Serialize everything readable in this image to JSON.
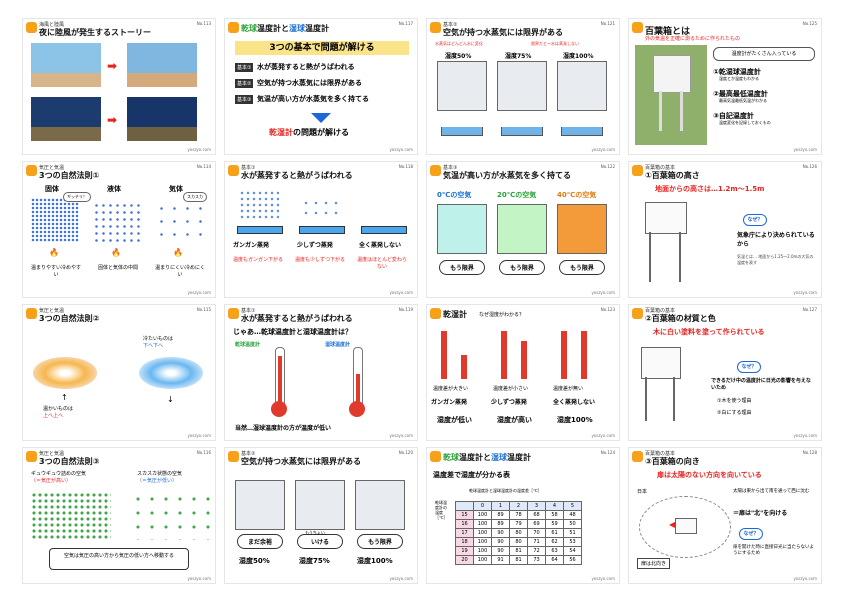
{
  "cards": [
    {
      "no": "No.113",
      "sub": "海風と陸風",
      "title": "夜に陸風が発生するストーリー",
      "url": "yoszyo.com"
    },
    {
      "no": "No.117",
      "title_a": "乾球",
      "title_b": "温度計と",
      "title_c": "湿球",
      "title_d": "温度計",
      "banner": "3つの基本で問題が解ける",
      "items": [
        "水が蒸発すると熱がうばわれる",
        "空気が持つ水蒸気には限界がある",
        "気温が高い方が水蒸気を多く持てる"
      ],
      "tags": [
        "基本①",
        "基本②",
        "基本③"
      ],
      "footer_a": "乾湿計",
      "footer_b": "の問題が解ける",
      "url": "yoszyo.com"
    },
    {
      "no": "No.121",
      "sub": "基本②",
      "title": "空気が持つ水蒸気には限界がある",
      "note_a": "水蒸気はどんどん水に変化",
      "note_b": "限界だとー水は蒸発しない",
      "labels": [
        "湿度50%",
        "湿度75%",
        "湿度100%"
      ],
      "url": "yoszyo.com"
    },
    {
      "no": "No.125",
      "sub": "百葉箱とは",
      "title": "百葉箱とは",
      "subtitle": "外の気温を正確に測るために作られたもの",
      "bubble": "温度計がたくさん入っている",
      "items": [
        "①乾湿球温度計",
        "②最高最低温度計",
        "③自記温度計"
      ],
      "item_notes": [
        "湿度とか温度もわかる",
        "最高気温最低気温がわかる",
        "温度変化を記録しておくもの"
      ],
      "url": "yoszyo.com"
    },
    {
      "no": "No.114",
      "sub": "気圧と気温",
      "title": "3つの自然法則①",
      "heads": [
        "固体",
        "液体",
        "気体"
      ],
      "bubbles": [
        "ギッチリ！",
        "スカスカ"
      ],
      "captions": [
        "温まりやすい冷めやすい",
        "固体と気体の中間",
        "温まりにくい冷めにくい"
      ],
      "url": "yoszyo.com"
    },
    {
      "no": "No.118",
      "sub": "基本①",
      "title": "水が蒸発すると熱がうばわれる",
      "heads": [
        "ガンガン蒸発",
        "少しずつ蒸発",
        "全く蒸発しない"
      ],
      "captions": [
        "温度もガンガン下がる",
        "温度も少しずつ下がる",
        "温度はほとんど変わらない"
      ],
      "url": "yoszyo.com"
    },
    {
      "no": "No.122",
      "sub": "基本③",
      "title": "気温が高い方が水蒸気を多く持てる",
      "heads": [
        "0℃の空気",
        "20℃の空気",
        "40℃の空気"
      ],
      "pill": "もう限界",
      "url": "yoszyo.com"
    },
    {
      "no": "No.126",
      "sub": "百葉箱の基本",
      "title": "①百葉箱の高さ",
      "subtitle": "地面からの高さは…1.2m〜1.5m",
      "bubble_a": "なぜ？",
      "bubble_b": "気象庁により決められているから",
      "bubble_c": "気温とは… 地面から1.25〜2.0mの大気の温度を表す",
      "url": "yoszyo.com"
    },
    {
      "no": "No.115",
      "sub": "気圧と気温",
      "title": "3つの自然法則②",
      "cold": "冷たいものは",
      "cold2": "下へ下へ",
      "warm": "温かいものは",
      "warm2": "上へ上へ",
      "url": "yoszyo.com"
    },
    {
      "no": "No.119",
      "sub": "基本①",
      "title": "水が蒸発すると熱がうばわれる",
      "question": "じゃあ…乾球温度計と湿球温度計は？",
      "lab_a": "乾球温度計",
      "lab_b": "湿球温度計",
      "footer": "当然…湿球温度計の方が温度が低い",
      "url": "yoszyo.com"
    },
    {
      "no": "No.123",
      "sub": "乾湿計",
      "title": "乾湿計",
      "title2": "なぜ湿度がわかる？",
      "diffs": [
        "温度差が大きい",
        "温度差が小さい",
        "温度差が無い"
      ],
      "evap": [
        "ガンガン蒸発",
        "少しずつ蒸発",
        "全く蒸発しない"
      ],
      "hum": [
        "湿度が低い",
        "湿度が高い",
        "湿度100%"
      ],
      "url": "yoszyo.com"
    },
    {
      "no": "No.127",
      "sub": "百葉箱の基本",
      "title": "②百葉箱の材質と色",
      "subtitle": "木に白い塗料を塗って作られている",
      "bubble": "なぜ？",
      "reason": "できるだけ中の温度計に日光の影響を与えないため",
      "points": [
        "①木を使う理由",
        "②白にする理由"
      ],
      "url": "yoszyo.com"
    },
    {
      "no": "No.116",
      "sub": "気圧と気温",
      "title": "3つの自然法則③",
      "left_head": "ギュウギュウ詰めの空気",
      "left_sub": "（＝気圧が高い）",
      "right_head": "スカスカ状態の空気",
      "right_sub": "（＝気圧が低い）",
      "box": "空気は気圧の高い方から気圧の低い方へ移動する",
      "url": "yoszyo.com"
    },
    {
      "no": "No.120",
      "sub": "基本②",
      "title": "空気が持つ水蒸気には限界がある",
      "pills": [
        "まだ余裕",
        "いける",
        "もう限界"
      ],
      "pill_sub": "もうちょい",
      "hum": [
        "湿度50%",
        "湿度75%",
        "湿度100%"
      ],
      "url": "yoszyo.com"
    },
    {
      "no": "No.124",
      "sub": "乾湿計",
      "title_a": "乾球",
      "title_b": "温度計と",
      "title_c": "湿球",
      "title_d": "温度計",
      "subtitle": "温度差で湿度が分かる表",
      "table_head": "乾球温度計と湿球温度計の温度差［℃］",
      "row_label": "乾球温度計の温度［℃］",
      "cols": [
        "0",
        "1",
        "2",
        "3",
        "4",
        "5"
      ],
      "rows": [
        {
          "t": "15",
          "v": [
            "100",
            "89",
            "78",
            "68",
            "58",
            "48"
          ]
        },
        {
          "t": "16",
          "v": [
            "100",
            "89",
            "79",
            "69",
            "59",
            "50"
          ]
        },
        {
          "t": "17",
          "v": [
            "100",
            "90",
            "80",
            "70",
            "61",
            "51"
          ]
        },
        {
          "t": "18",
          "v": [
            "100",
            "90",
            "80",
            "71",
            "62",
            "53"
          ]
        },
        {
          "t": "19",
          "v": [
            "100",
            "90",
            "81",
            "72",
            "63",
            "54"
          ]
        },
        {
          "t": "20",
          "v": [
            "100",
            "91",
            "81",
            "73",
            "64",
            "56"
          ]
        }
      ],
      "url": "yoszyo.com"
    },
    {
      "no": "No.128",
      "sub": "百葉箱の基本",
      "title": "③百葉箱の向き",
      "subtitle": "扉は太陽のない方向を向いている",
      "japan": "日本",
      "sun": "太陽は東から出て南を通って西に沈む",
      "north": "＝扉は\"北\"を向ける",
      "door": "扉は北向き",
      "bubble": "なぜ？",
      "reason": "扉を開けた時に直接日光に当たらないようにするため",
      "url": "yoszyo.com"
    }
  ]
}
